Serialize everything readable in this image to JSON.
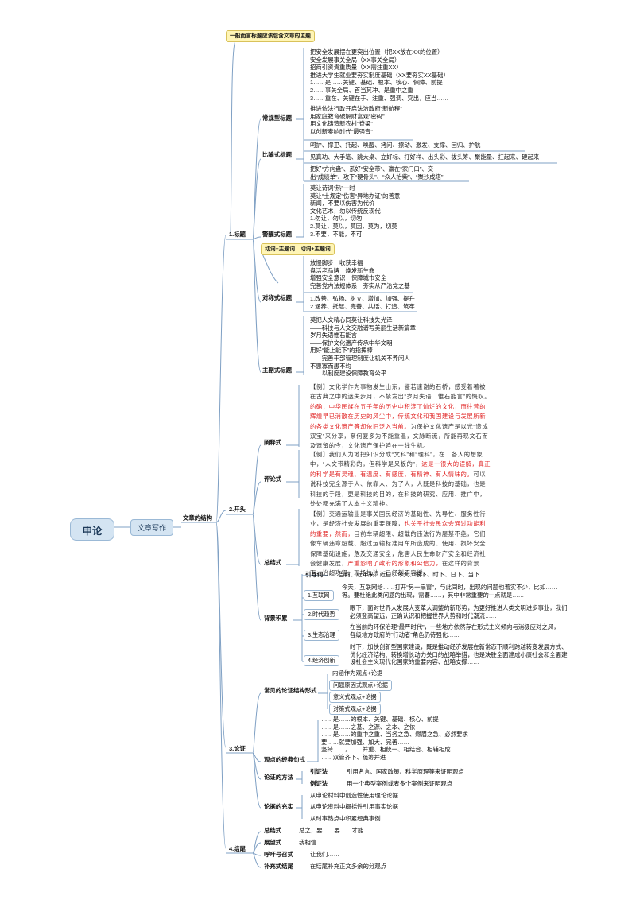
{
  "root": "申论",
  "main": "文章写作",
  "structure": "文章的结构",
  "sections": {
    "title": {
      "label": "1.标题",
      "callout": "一般而言标题应该包含文章的主题",
      "conventional": {
        "label": "常规型标题",
        "lines": [
          "把安全发展摆在更突出位置（把XX放在XX的位置）",
          "安全发展事关全局（XX事关全局）",
          "招商引资贵重质量（XX需注重XX）",
          "推进大学生就业要夯实制度基础（XX要夯实XX基础）",
          "1……是……关键、基础、根本、核心、保障、前提",
          "2……事关全局、首当其冲、是重中之重",
          "3……重在、关键在于、注重、强调、突出，应当……"
        ]
      },
      "metaphor": {
        "label": "比喻式标题",
        "lines1": [
          "推进依法行政开启法治政府“新航程”",
          "用家庭教育破解财富观“密码”",
          "用文化铸造新农村“脊梁”",
          "以创新奏响时代“最强音”"
        ],
        "line2": "呵护、撑卫、托起、唤醒、拷问、擦动、激发、支撑、回归、护航",
        "line3": "见真功、大手笔、跳大桌、立好标、打好样、出头彩、拔头筹、聚能量、扛起来、硬起来",
        "lines4": [
          "把好“方向盘”、系好“安全带”、赢在“家门口”、交",
          "出“成绩单”、攻下“硬骨头”、“众人抬柴”、“聚沙成塔”"
        ]
      },
      "warning": {
        "label": "警醒式标题",
        "lines": [
          "莫让诗词“热”一时",
          "莫让“土规定”伤害“异地办证”的善意",
          "新闻，不要以伤害为代价",
          "文化艺术，勿以传统反现代",
          "1.勿让，勿以，切勿",
          "2.莫让，莫以，莫因，莫为，切莫",
          "3.不要，不能，不可"
        ]
      },
      "paired_callout": "动词+主题词　动词+主题词",
      "parallel": {
        "label": "对称式标题",
        "lines": [
          "放慢脚步　收获幸福",
          "盘活老品牌　焕发新生命",
          "增强安全意识　保障城市安全",
          "完善党内法规体系　夯实从严治党之基"
        ],
        "lines2": [
          "1.改善、弘扬、树立、增加、加强、提升",
          "2.涵养、托起、完善、共话、打造、筑牢"
        ]
      },
      "subtitle": {
        "label": "主副式标题",
        "lines": [
          "莫把人文精心同莫让科技失光泽",
          "——科技与人文交融谱写美丽生活新篇章",
          "岁月失语惟石能言",
          "——保护文化遗产传承中华文明",
          "用好“能上能下”的指挥棒",
          "——完善干部管理制度让机关不养闲人",
          "不惠寡而患不均",
          "——以制度建设保障教育公平"
        ]
      }
    },
    "opening": {
      "label": "2.开头",
      "explain": {
        "label": "阐释式",
        "segments": [
          {
            "t": "【例】文化学作为事物发生山东，鉴若速谢的石桥，感受着著被在古典之中的迷失步月，不禁发出“岁月失语　惟石能言”的慨叹。",
            "red": false
          },
          {
            "t": "的确，中华民族在五千年的历史中积淀了灿烂的文化，而往昔的辉煌早已消散在历史的风尘中，传统文化和我国建设与发展所新的各类文化遗产等却依旧泛入当前。",
            "red": true
          },
          {
            "t": "为保护文化遗产是以光“造成双宝”来分享，奈何复多为不能重温，文脉断流，所能再现文石而及遗留的今，文化遗产保护迫在一线生机。",
            "red": false
          }
        ]
      },
      "review": {
        "label": "评论式",
        "segments": [
          {
            "t": "【例】我们人为地把知识分成“文科”和“理科”，在　各人的想象中，“人文带精彩的，但科学是呆板的”，",
            "red": false
          },
          {
            "t": "这是一很大的误解，真正的科学是有灵魂、有温度、有感度、有精神、有人情味的。",
            "red": true
          },
          {
            "t": "可以说科技完全源于人、依靠人、为了人，人既是科技的基础，也是科技的手段，更是科技的目的，在科技的研究、应用、推广中，处处都充满了人本主义精神。",
            "red": false
          }
        ]
      },
      "summary": {
        "label": "总结式",
        "segments": [
          {
            "t": "【例】交通运输业是事关国民经济的基础性、先导性、服务性行业，是经济社会发展的重要保障，",
            "red": false
          },
          {
            "t": "也关乎社会民众会通过功能利的重要，然而，",
            "red": true
          },
          {
            "t": "目前车辆超限、超载的违法行为屡禁不绝，它们像车辆违章超载、超过运输标准用车所造成的、使用、损坏安全保障基础设施，危及交通安全，危害人民生命财产安全和经济社会健康发展，",
            "red": false
          },
          {
            "t": "严重影响了政府的形象和公信力，",
            "red": true
          },
          {
            "t": "在这样的背景下，治超攻坚、现场执法，已经刻不容缓。",
            "red": false
          }
        ]
      },
      "background": {
        "label": "背景积累",
        "intro_label": "引导词",
        "intro_text": "当前、近年来、近日、今天、眼下、时下、日下、当下……",
        "items": [
          {
            "label": "1.互联网",
            "lines": [
              "今天，互联网给……打开“另一扇窗”，与此同时，出现的问题也着实不少，比如……",
              "等。要杜绝此类问题的出现，需要……，其中非常重要的一点就是……"
            ]
          },
          {
            "label": "2.时代趋势",
            "lines": [
              "眼下，面对世界大发展大变革大调整的新形势，为更好推进人类文明进步事业，我们",
              "必须登高望远，正确认识和把握世界大势和时代潮流……"
            ]
          },
          {
            "label": "3.生态治理",
            "lines": [
              "在当前的环保治理“最严时代”，一些地方依然存在形式主义倾向与消极应对之风，",
              "各级地方政府的“行动者”角色仍待强化……"
            ]
          },
          {
            "label": "4.经济创新",
            "lines": [
              "时下，加快创新型国家建设，既是推动经济发展在新常态下顺利跨越转变发展方式、",
              "优化经济结构、转换增长动力关口的战略举措，也是决胜全面建成小康社会和全面建",
              "设社会主义现代化国家的重要内容、战略支撑……"
            ]
          }
        ]
      }
    },
    "argument": {
      "label": "3.论证",
      "structure_forms": {
        "label": "常见的论证结构形式",
        "items": [
          "内涵作为观点+论据",
          "问题原因式观点+论据",
          "意义式观点+论据",
          "对策式观点+论据"
        ]
      },
      "classic_sentences": {
        "label": "观点的经典句式",
        "lines": [
          "……是……的根本、关键、基础、核心、前提",
          "……是……之基、之源、之本、之依",
          "……是……的重中之重、当务之急、燃眉之急、必然要求",
          "要……就要加强、加大、完善……",
          "坚持……，……并重、相统一、相结合、相辅相成",
          "……双管齐下、统筹并进"
        ]
      },
      "methods": {
        "label": "论证的方法",
        "items": [
          {
            "k": "引证法",
            "v": "引用名言、国家政策、科学原理等来证明观点"
          },
          {
            "k": "例证法",
            "v": "用一个典型案例或者多个案例来证明观点"
          }
        ]
      },
      "enrich": {
        "label": "论据的充实",
        "items": [
          "从申论材料中创造性使用理论论据",
          "从申论资料中概括性引用事实论据",
          "从时事热点中积累经典事例"
        ]
      }
    },
    "ending": {
      "label": "4.结尾",
      "items": [
        {
          "k": "总结式",
          "v": "总之，要……要……才能……"
        },
        {
          "k": "展望式",
          "v": "我相信……"
        },
        {
          "k": "呼吁号召式",
          "v": "让我们……"
        },
        {
          "k": "补充式结尾",
          "v": "在结尾补充正文多余的分观点"
        }
      ]
    }
  }
}
